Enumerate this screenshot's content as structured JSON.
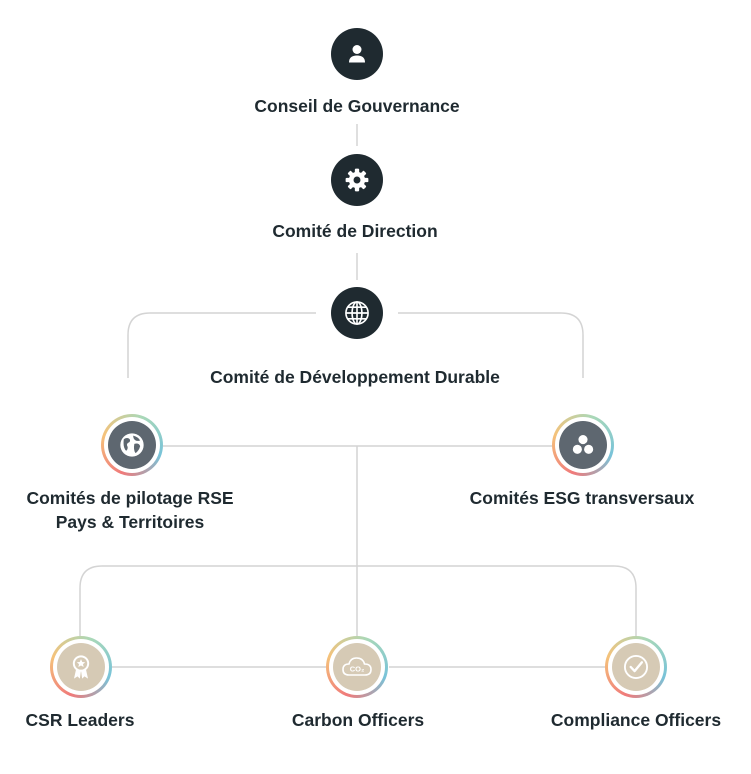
{
  "nodes": {
    "conseil": {
      "label": "Conseil de Gouvernance",
      "icon": "user-icon"
    },
    "direction": {
      "label": "Comité de Direction",
      "icon": "gear-icon"
    },
    "developpement": {
      "label": "Comité de Développement Durable",
      "icon": "globe-icon"
    },
    "pilotage": {
      "label_line1": "Comités de pilotage RSE",
      "label_line2": "Pays & Territoires",
      "icon": "earth-icon"
    },
    "esg": {
      "label": "Comités ESG transversaux",
      "icon": "three-circles-icon"
    },
    "csr": {
      "label": "CSR Leaders",
      "icon": "award-ribbon-icon"
    },
    "carbon": {
      "label": "Carbon Officers",
      "icon": "co2-cloud-icon",
      "icon_text": "CO₂"
    },
    "compliance": {
      "label": "Compliance Officers",
      "icon": "checkmark-badge-icon"
    }
  },
  "colors": {
    "dark_node": "#1f2a30",
    "gray_node": "#5e6770",
    "beige_node": "#d6cab5",
    "connector": "#d4d4d4",
    "text": "#1f2a30"
  }
}
